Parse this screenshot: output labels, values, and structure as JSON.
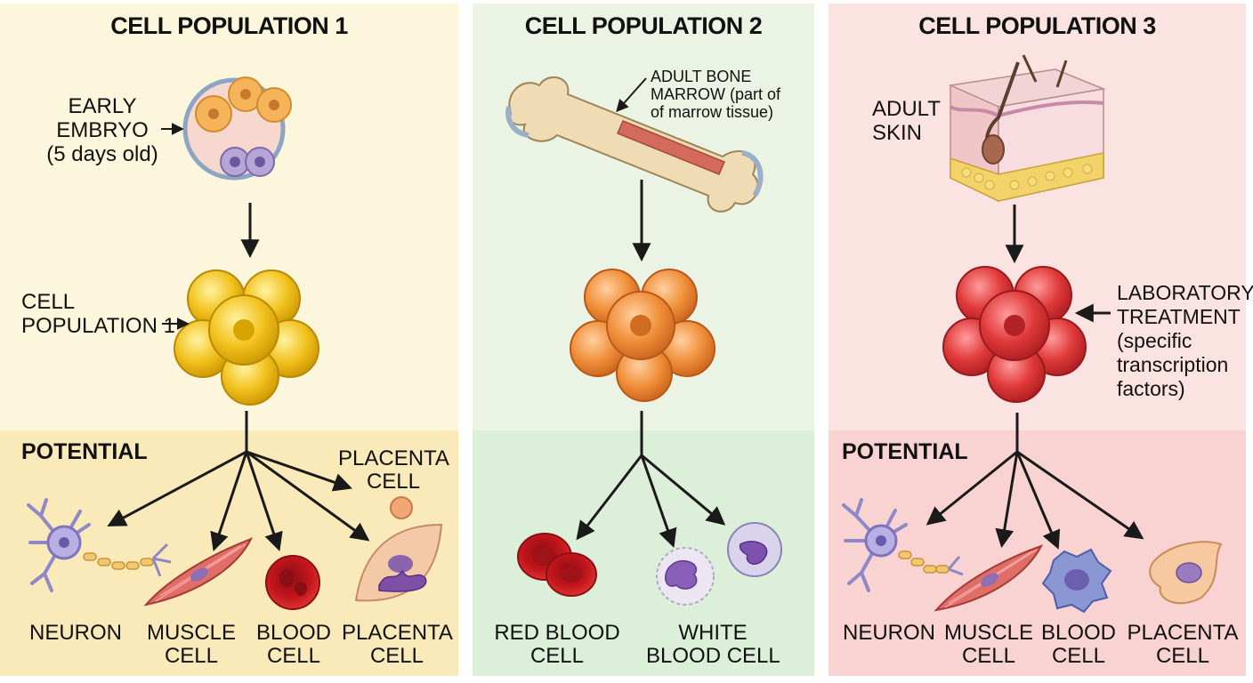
{
  "panels": [
    {
      "title": "CELL POPULATION 1",
      "source_label": "EARLY\nEMBRYO\n(5 days old)",
      "population_label": "CELL\nPOPULATION 1",
      "potential_label": "POTENTIAL",
      "extra_label": "PLACENTA\nCELL",
      "outcomes": [
        "NEURON",
        "MUSCLE\nCELL",
        "BLOOD\nCELL",
        "PLACENTA\nCELL"
      ]
    },
    {
      "title": "CELL POPULATION 2",
      "source_label": "ADULT BONE\nMARROW (part of\nof marrow tissue)",
      "outcomes": [
        "RED BLOOD\nCELL",
        "WHITE\nBLOOD CELL"
      ]
    },
    {
      "title": "CELL POPULATION 3",
      "source_label": "ADULT\nSKIN",
      "treatment_label": "LABORATORY\nTREATMENT\n(specific\ntranscription\nfactors)",
      "potential_label": "POTENTIAL",
      "outcomes": [
        "NEURON",
        "MUSCLE\nCELL",
        "BLOOD\nCELL",
        "PLACENTA\nCELL"
      ]
    }
  ],
  "colors": {
    "panel1_top": "#fcf6dc",
    "panel1_bottom": "#faeab9",
    "panel2_top": "#ebf4e4",
    "panel2_bottom": "#dcefd8",
    "panel3_top": "#fbe3e1",
    "panel3_bottom": "#f8d3d1",
    "cluster1": "#f2c21f",
    "cluster2": "#f0903a",
    "cluster3": "#e0393a"
  }
}
